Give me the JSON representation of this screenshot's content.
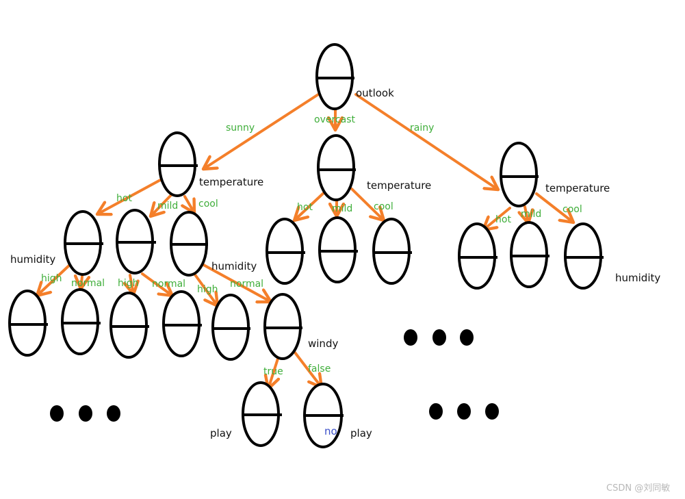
{
  "colors": {
    "edge": "#f47f2a",
    "edge_label": "#3fae3a",
    "node_stroke": "#000000",
    "text": "#111111",
    "no_text": "#3a4fc8",
    "watermark": "#b8b8b8"
  },
  "nodes": {
    "outlook": "outlook",
    "temp_sunny": "temperature",
    "temp_overcast": "temperature",
    "temp_rainy": "temperature",
    "humidity_left": "humidity",
    "humidity_mid": "humidity",
    "humidity_right": "humidity",
    "windy": "windy",
    "play_true": "play",
    "no_false": "no",
    "play_false": "play"
  },
  "edges": {
    "sunny": "sunny",
    "overcast": "overcast",
    "rainy": "rainy",
    "hot_1": "hot",
    "mild_1": "mild",
    "cool_1": "cool",
    "hot_2": "hot",
    "mild_2": "mild",
    "cool_2": "cool",
    "hot_3": "hot",
    "mild_3": "mild",
    "cool_3": "cool",
    "high_1": "high",
    "normal_1": "normal",
    "high_2": "high",
    "normal_2": "normal",
    "high_3": "high",
    "normal_3": "normal",
    "true": "true",
    "false": "false"
  },
  "watermark": "CSDN @刘同敏"
}
